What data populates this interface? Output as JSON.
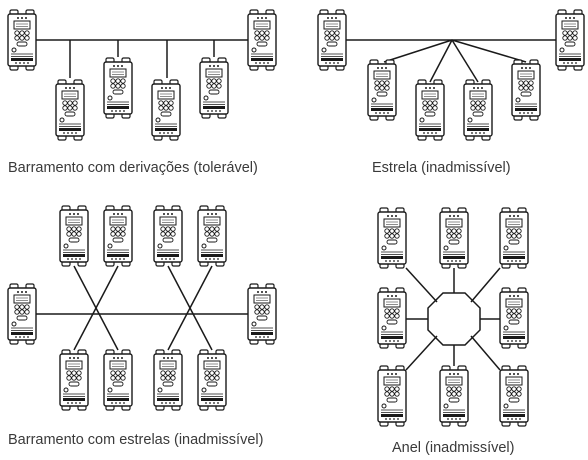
{
  "captions": {
    "bus_with_stubs": "Barramento com derivações (tolerável)",
    "star": "Estrela (inadmissível)",
    "bus_with_stars": "Barramento com estrelas (inadmissível)",
    "ring": "Anel (inadmissível)"
  },
  "icons": {
    "device": "drive-inverter-icon"
  },
  "colors": {
    "line": "#1a1a1a",
    "text": "#3a3a3a",
    "background": "#ffffff"
  }
}
